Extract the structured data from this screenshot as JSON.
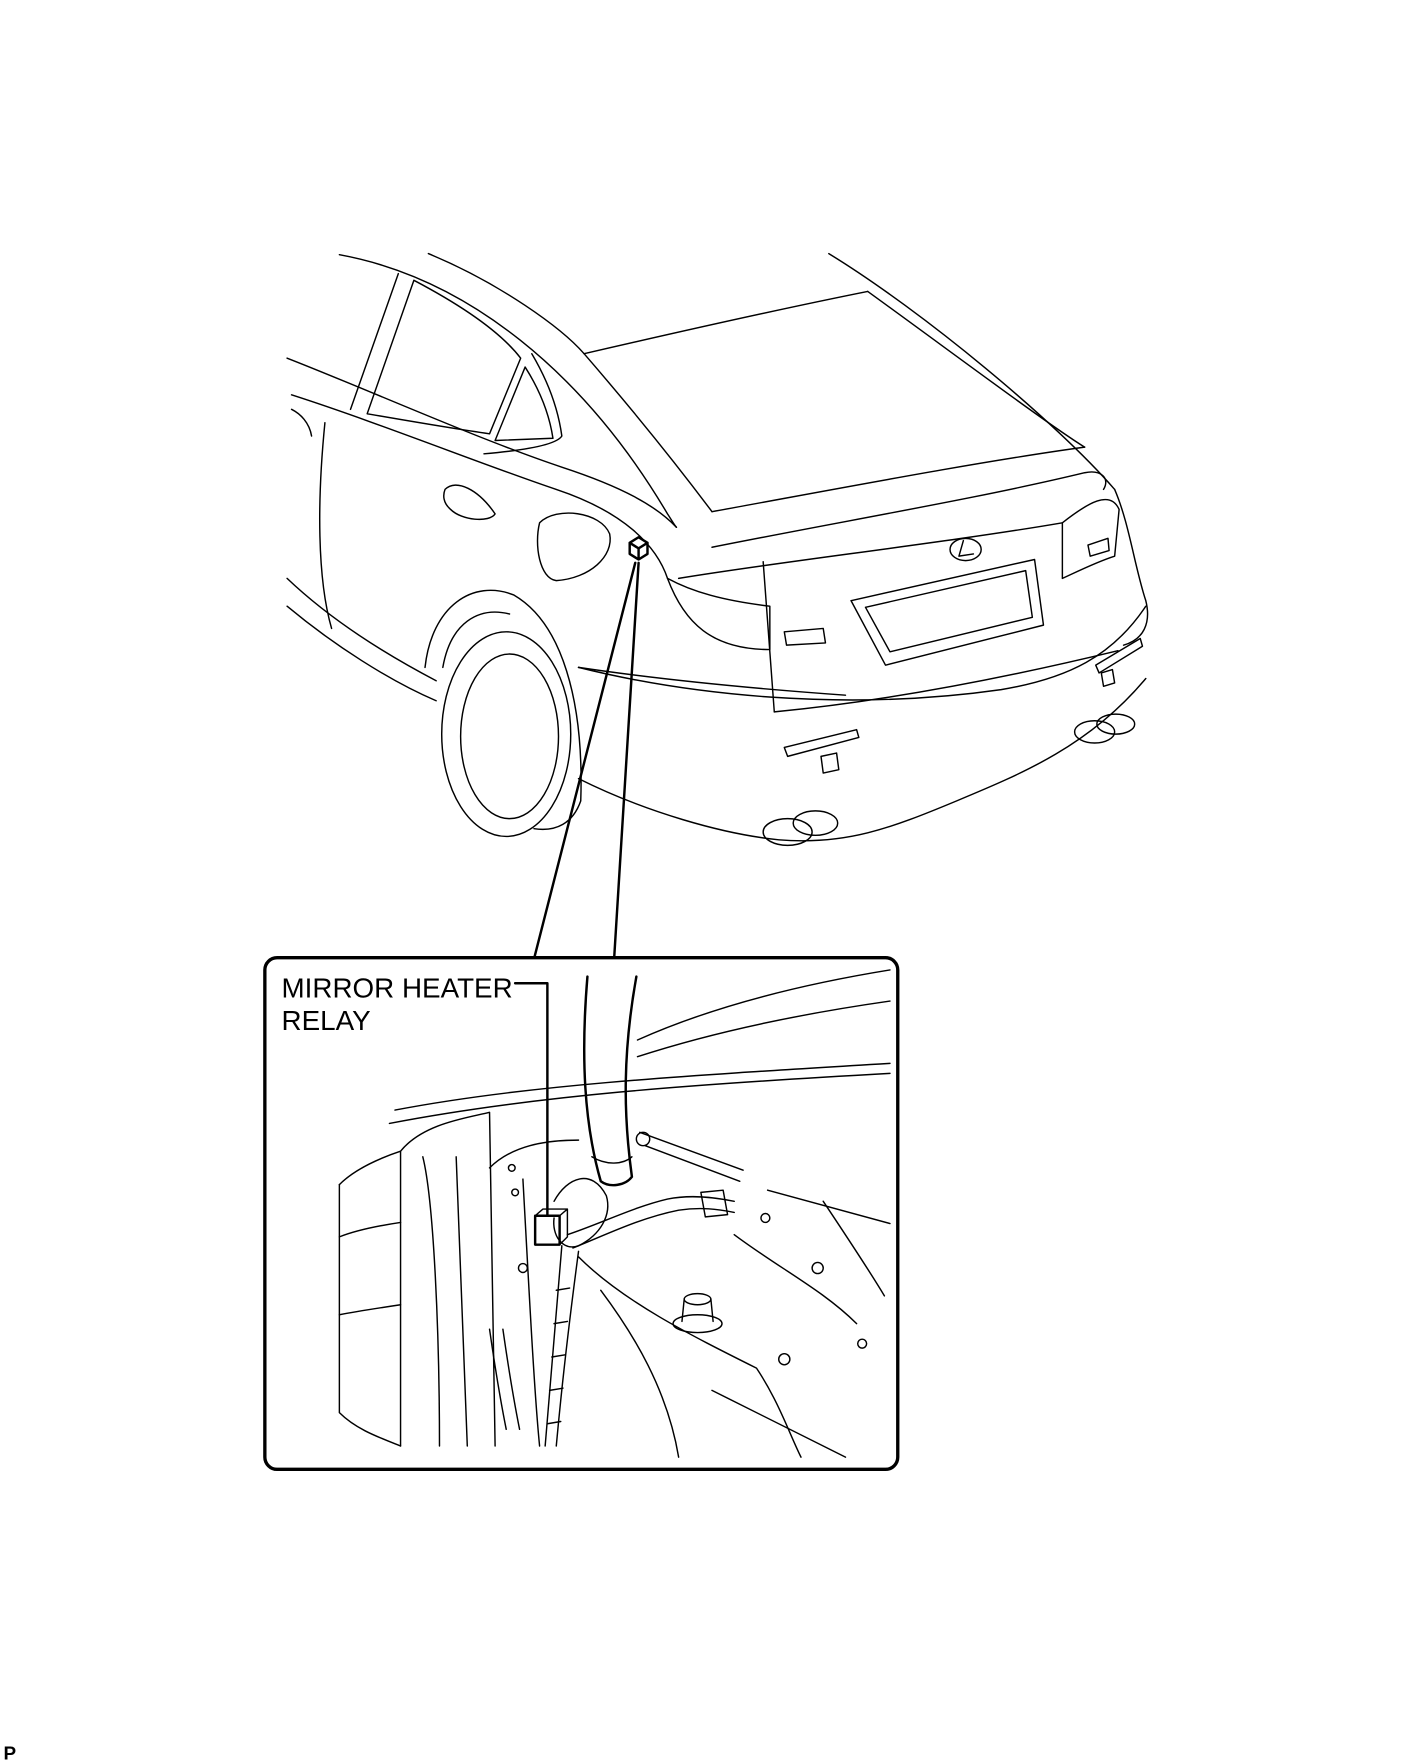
{
  "diagram": {
    "callout_label_line1": "MIRROR HEATER",
    "callout_label_line2": "RELAY",
    "corner_mark": "P"
  },
  "colors": {
    "line": "#000000",
    "background": "#ffffff"
  }
}
